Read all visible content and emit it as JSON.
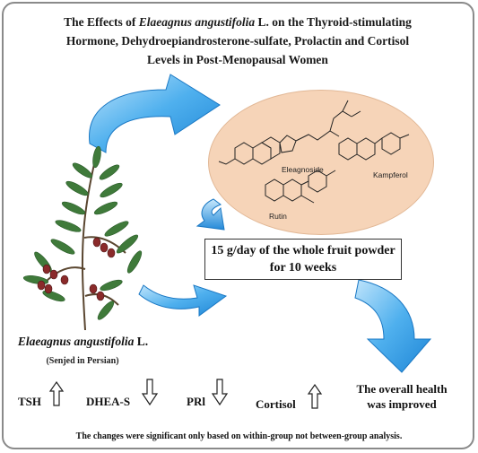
{
  "title": {
    "line1_pre": "The Effects of ",
    "line1_italic": "Elaeagnus angustifolia",
    "line1_post": " L. on the Thyroid-stimulating",
    "line2": "Hormone, Dehydroepiandrosterone-sulfate, Prolactin and Cortisol",
    "line3": "Levels in Post-Menopausal Women"
  },
  "compounds": {
    "eleagnoside": "Eleagnoside",
    "kampferol": "Kampferol",
    "rutin": "Rutin"
  },
  "dose": {
    "line1": "15 g/day of the whole fruit powder",
    "line2": "for 10 weeks"
  },
  "plant": {
    "name_italic": "Elaeagnus angustifolia",
    "name_suffix": " L.",
    "persian_name": "(Senjed in Persian)"
  },
  "hormones": [
    {
      "label": "TSH",
      "direction": "up"
    },
    {
      "label": "DHEA-S",
      "direction": "down"
    },
    {
      "label": "PRl",
      "direction": "down"
    },
    {
      "label": "Cortisol",
      "direction": "up"
    }
  ],
  "outcome": {
    "line1": "The overall health",
    "line2": "was improved"
  },
  "footnote": "The changes were significant only based on within-group not between-group analysis.",
  "colors": {
    "arrow_blue": "#2f9be3",
    "oval_fill": "#f6d4b8",
    "leaf_green": "#3f7a3a",
    "berry_red": "#8a2a2a"
  },
  "icons": {
    "up_arrow": "hollow-up-arrow-icon",
    "down_arrow": "hollow-down-arrow-icon"
  }
}
